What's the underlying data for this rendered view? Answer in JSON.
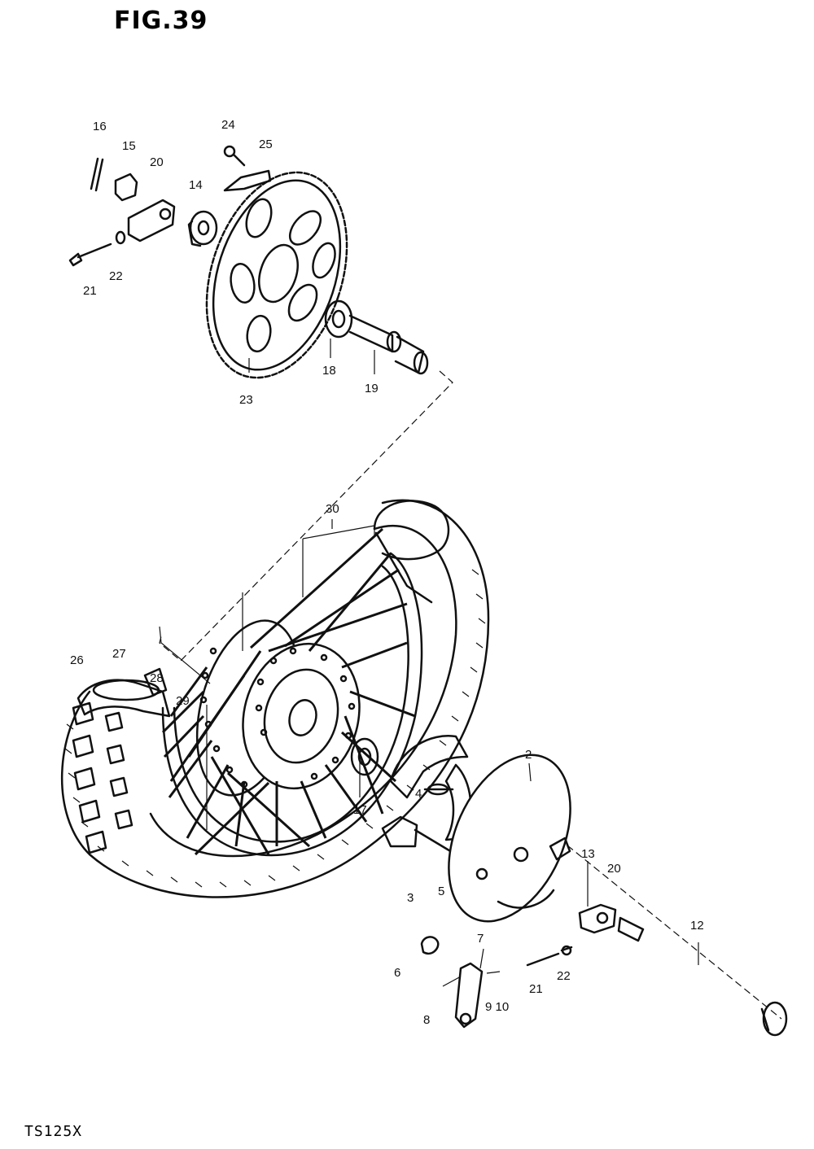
{
  "figure": {
    "title": "FIG.39",
    "model": "TS125X"
  },
  "callouts": {
    "c2": "2",
    "c3": "3",
    "c4": "4",
    "c5": "5",
    "c6": "6",
    "c7": "7",
    "c8": "8",
    "c9_10": "9 10",
    "c12": "12",
    "c13": "13",
    "c14": "14",
    "c15": "15",
    "c16": "16",
    "c17": "17",
    "c18": "18",
    "c19": "19",
    "c20a": "20",
    "c20b": "20",
    "c21a": "21",
    "c21b": "21",
    "c22a": "22",
    "c22b": "22",
    "c23": "23",
    "c24": "24",
    "c25": "25",
    "c26": "26",
    "c27": "27",
    "c28": "28",
    "c29": "29",
    "c30": "30"
  }
}
